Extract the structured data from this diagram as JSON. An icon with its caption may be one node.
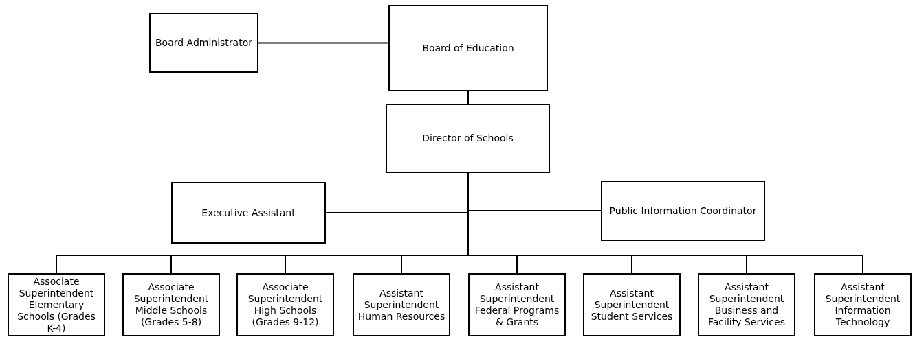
{
  "diagram": {
    "nodes": [
      {
        "text": [
          "Board Administrator"
        ]
      },
      {
        "text": [
          "Board of Education"
        ]
      },
      {
        "text": [
          "Director of Schools"
        ]
      },
      {
        "text": [
          "Executive Assistant"
        ]
      },
      {
        "text": [
          "Public Information Coordinator"
        ]
      },
      {
        "text": [
          "Associate Superintendent Elementary Schools (Grades K-4)"
        ]
      },
      {
        "text": [
          "Associate Superintendent Middle Schools (Grades 5-8)"
        ]
      },
      {
        "text": [
          "Associate Superintendent High Schools (Grades 9-12)"
        ]
      },
      {
        "text": [
          "Assistant Superintendent Human Resources"
        ]
      },
      {
        "text": [
          "Assistant Superintendent Federal Programs & Grants"
        ]
      },
      {
        "text": [
          "Assistant Superintendent Student Services"
        ]
      },
      {
        "text": [
          "Assistant Superintendent Business and Facility Services"
        ]
      },
      {
        "text": [
          "Assistant Superintendent Information Technology"
        ]
      }
    ],
    "edges": [
      {
        "from": 0,
        "to": 1,
        "arrow": "none"
      },
      {
        "from": 1,
        "to": 2,
        "arrow": "none"
      },
      {
        "from": 2,
        "to": 3,
        "arrow": "none"
      },
      {
        "from": 2,
        "to": 4,
        "arrow": "none"
      },
      {
        "from": 2,
        "to": 5,
        "arrow": "none"
      },
      {
        "from": 2,
        "to": 6,
        "arrow": "none"
      },
      {
        "from": 2,
        "to": 7,
        "arrow": "none"
      },
      {
        "from": 2,
        "to": 8,
        "arrow": "none"
      },
      {
        "from": 2,
        "to": 9,
        "arrow": "none"
      },
      {
        "from": 2,
        "to": 10,
        "arrow": "none"
      },
      {
        "from": 2,
        "to": 11,
        "arrow": "none"
      },
      {
        "from": 2,
        "to": 12,
        "arrow": "none"
      }
    ]
  }
}
